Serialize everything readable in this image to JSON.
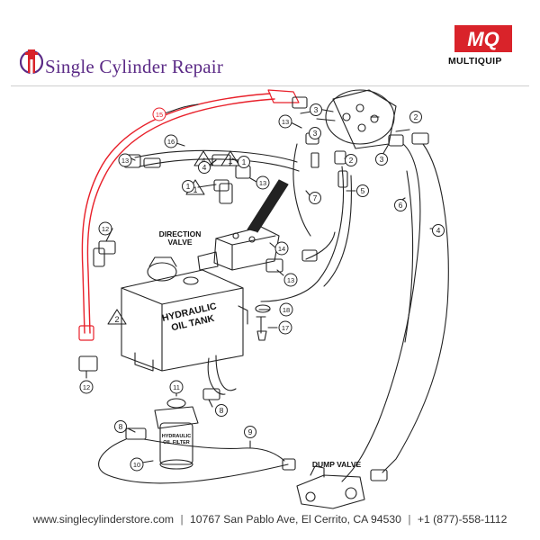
{
  "brand": {
    "name": "Single Cylinder Repair",
    "partner": "MULTIQUIP",
    "partner_mark": "MQ"
  },
  "diagram": {
    "labels": {
      "direction_valve_1": "DIRECTION",
      "direction_valve_2": "VALVE",
      "tank_1": "HYDRAULIC",
      "tank_2": "OIL TANK",
      "filter_1": "HYDRAULIC",
      "filter_2": "OIL FILTER",
      "dump_valve": "DUMP VALVE"
    },
    "callouts": [
      {
        "id": "c15",
        "text": "15"
      },
      {
        "id": "c3a",
        "text": "3"
      },
      {
        "id": "c13a",
        "text": "13"
      },
      {
        "id": "c3b",
        "text": "3"
      },
      {
        "id": "c2a",
        "text": "2"
      },
      {
        "id": "c16",
        "text": "16"
      },
      {
        "id": "c13b",
        "text": "13"
      },
      {
        "id": "c4",
        "text": "4"
      },
      {
        "id": "c1a",
        "text": "1"
      },
      {
        "id": "c1b",
        "text": "1"
      },
      {
        "id": "c13c",
        "text": "13"
      },
      {
        "id": "c2b",
        "text": "2"
      },
      {
        "id": "c3c",
        "text": "3"
      },
      {
        "id": "c5",
        "text": "5"
      },
      {
        "id": "c7",
        "text": "7"
      },
      {
        "id": "c6",
        "text": "6"
      },
      {
        "id": "c4b",
        "text": "4"
      },
      {
        "id": "c12a",
        "text": "12"
      },
      {
        "id": "c14",
        "text": "14"
      },
      {
        "id": "c13d",
        "text": "13"
      },
      {
        "id": "c2c",
        "text": "2"
      },
      {
        "id": "c18",
        "text": "18"
      },
      {
        "id": "c17",
        "text": "17"
      },
      {
        "id": "c12b",
        "text": "12"
      },
      {
        "id": "c11",
        "text": "11"
      },
      {
        "id": "c8a",
        "text": "8"
      },
      {
        "id": "c8b",
        "text": "8"
      },
      {
        "id": "c9",
        "text": "9"
      },
      {
        "id": "c10",
        "text": "10"
      }
    ],
    "highlight_color": "#e8202a"
  },
  "footer": {
    "website": "www.singlecylinderstore.com",
    "address": "10767 San Pablo Ave, El Cerrito, CA 94530",
    "phone": "+1 (877)-558-1112",
    "separator": "|"
  }
}
